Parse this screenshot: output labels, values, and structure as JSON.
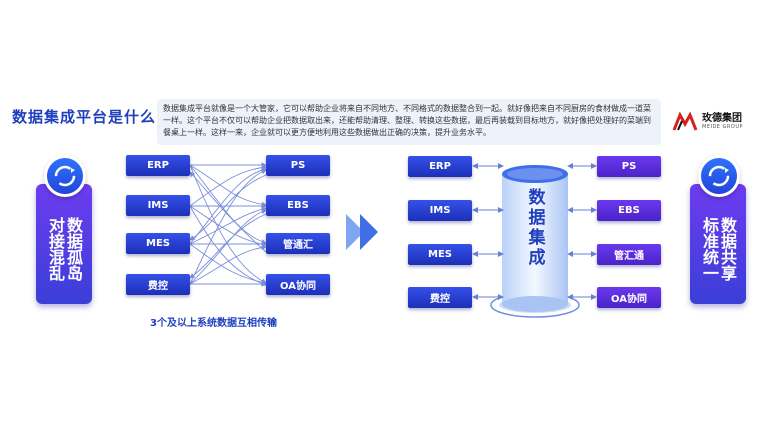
{
  "title": "数据集成平台是什么",
  "description": "数据集成平台就像是一个大管家，它可以帮助企业将来自不同地方、不同格式的数据整合到一起。就好像把来自不同厨房的食材做成一道菜一样。这个平台不仅可以帮助企业把数据取出来，还能帮助清理、整理、转换这些数据，最后再装载到目标地方，就好像把处理好的菜端到餐桌上一样。这样一来，企业就可以更方便地利用这些数据做出正确的决策，提升业务水平。",
  "logo": {
    "cn": "玫德集团",
    "en": "MEIDE GROUP"
  },
  "left_badge": {
    "text": "数据孤岛对接混乱"
  },
  "right_badge": {
    "text": "数据共享标准统一"
  },
  "left_diagram": {
    "sources": [
      "ERP",
      "IMS",
      "MES",
      "费控"
    ],
    "targets": [
      "PS",
      "EBS",
      "管通汇",
      "OA协同"
    ],
    "caption": "3个及以上系统数据互相传输"
  },
  "right_diagram": {
    "sources": [
      "ERP",
      "IMS",
      "MES",
      "费控"
    ],
    "targets": [
      "PS",
      "EBS",
      "管汇通",
      "OA协同"
    ],
    "hub": "数据集成"
  },
  "colors": {
    "blue": "#1f3fbf",
    "purple": "#5a2fe0",
    "connector": "#7c8fd8"
  },
  "icons": [
    "sync-icon",
    "arrow-right-icon",
    "logo-icon"
  ]
}
